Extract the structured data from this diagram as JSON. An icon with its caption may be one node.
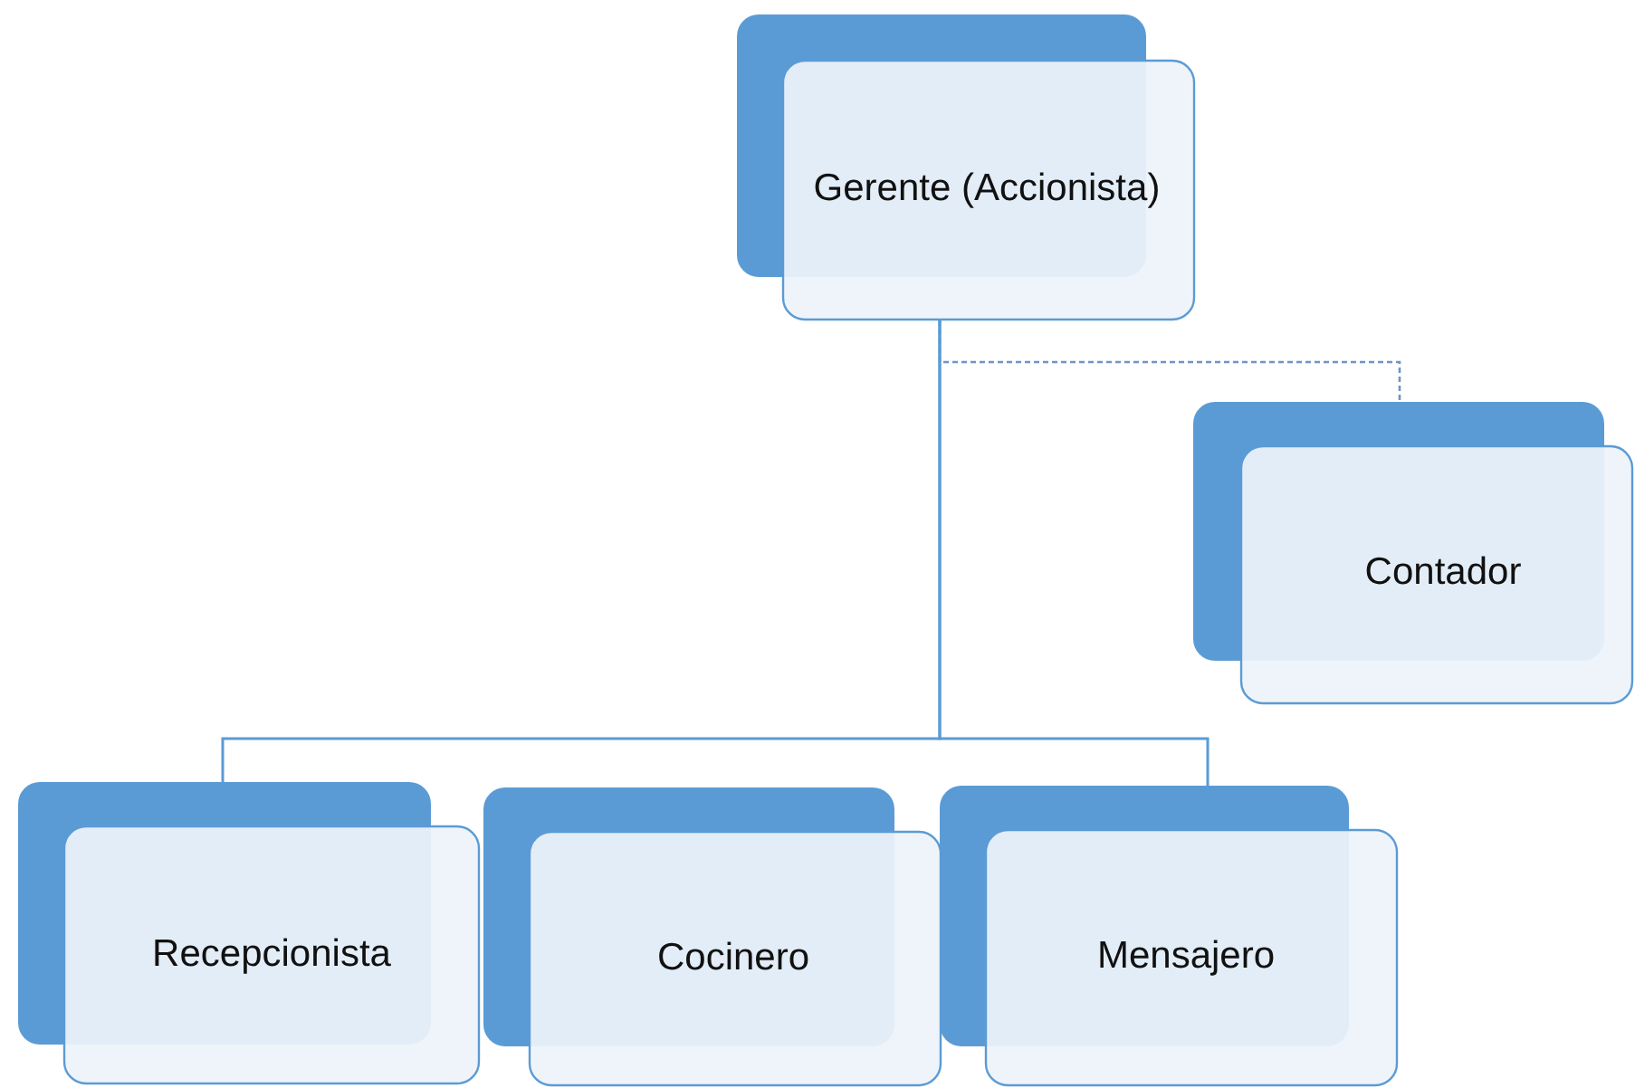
{
  "diagram": {
    "nodes": [
      {
        "text": [
          "Gerente (Accionista)"
        ]
      },
      {
        "text": [
          "Contador"
        ]
      },
      {
        "text": [
          "Recepcionista"
        ]
      },
      {
        "text": [
          "Cocinero"
        ]
      },
      {
        "text": [
          "Mensajero"
        ]
      }
    ],
    "edges": [
      {
        "from": 0,
        "to": 1,
        "arrow": "none",
        "style": "dashed"
      },
      {
        "from": 0,
        "to": 2,
        "arrow": "none"
      },
      {
        "from": 0,
        "to": 4,
        "arrow": "none"
      }
    ]
  }
}
